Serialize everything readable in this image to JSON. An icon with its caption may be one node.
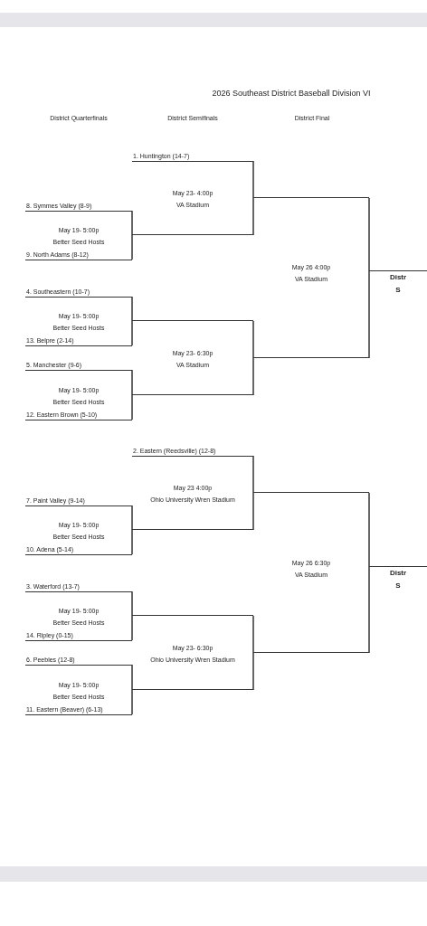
{
  "diagram": {
    "title": "2026 Southeast District Baseball Division VI",
    "nodes": [
      {
        "text": [
          "1. Huntington (14-7)"
        ]
      },
      {
        "text": [],
        "shape": "bar",
        "beside": [
          "May 23- 4:00p",
          "VA Stadium"
        ]
      },
      {
        "text": [
          "8. Symmes Valley (8-9)"
        ]
      },
      {
        "text": [],
        "shape": "bar",
        "beside": [
          "May 19- 5:00p",
          "Better Seed Hosts"
        ]
      },
      {
        "text": [
          "9. North Adams (8-12)"
        ]
      },
      {
        "text": [
          "Distr",
          "S"
        ],
        "beside": [
          "May 26 4:00p",
          "VA Stadium"
        ]
      },
      {
        "text": [
          "4. Southeastern (10-7)"
        ]
      },
      {
        "text": [],
        "shape": "bar",
        "beside": [
          "May 19- 5:00p",
          "Better Seed Hosts"
        ]
      },
      {
        "text": [
          "13. Belpre (2-14)"
        ]
      },
      {
        "text": [],
        "shape": "bar",
        "beside": [
          "May 23- 6:30p",
          "VA Stadium"
        ]
      },
      {
        "text": [
          "5. Manchester (9-6)"
        ]
      },
      {
        "text": [],
        "shape": "bar",
        "beside": [
          "May 19- 5:00p",
          "Better Seed Hosts"
        ]
      },
      {
        "text": [
          "12. Eastern Brown (5-10)"
        ]
      },
      {
        "text": [
          "2. Eastern (Reedsville) (12-8)"
        ]
      },
      {
        "text": [],
        "shape": "bar",
        "beside": [
          "May 23 4:00p",
          "Ohio University Wren Stadium"
        ]
      },
      {
        "text": [
          "7. Paint Valley (9-14)"
        ]
      },
      {
        "text": [],
        "shape": "bar",
        "beside": [
          "May 19- 5:00p",
          "Better Seed Hosts"
        ]
      },
      {
        "text": [
          "10. Adena (5-14)"
        ]
      },
      {
        "text": [
          "Distr",
          "S"
        ],
        "beside": [
          "May 26 6:30p",
          "VA Stadium"
        ]
      },
      {
        "text": [
          "3. Waterford (13-7)"
        ]
      },
      {
        "text": [],
        "shape": "bar",
        "beside": [
          "May 19- 5:00p",
          "Better Seed Hosts"
        ]
      },
      {
        "text": [
          "14. Ripley (0-15)"
        ]
      },
      {
        "text": [],
        "shape": "bar",
        "beside": [
          "May 23- 6:30p",
          "Ohio University Wren Stadium"
        ]
      },
      {
        "text": [
          "6. Peebles (12-8)"
        ]
      },
      {
        "text": [],
        "shape": "bar",
        "beside": [
          "May 19- 5:00p",
          "Better Seed Hosts"
        ]
      },
      {
        "text": [
          "11. Eastern (Beaver) (6-13)"
        ]
      }
    ],
    "edges": [
      {
        "from": 2,
        "to": 3,
        "arrow": "none"
      },
      {
        "from": 4,
        "to": 3,
        "arrow": "none"
      },
      {
        "from": 0,
        "to": 1,
        "arrow": "none"
      },
      {
        "from": 3,
        "to": 1,
        "arrow": "none"
      },
      {
        "from": 6,
        "to": 7,
        "arrow": "none"
      },
      {
        "from": 8,
        "to": 7,
        "arrow": "none"
      },
      {
        "from": 10,
        "to": 11,
        "arrow": "none"
      },
      {
        "from": 12,
        "to": 11,
        "arrow": "none"
      },
      {
        "from": 7,
        "to": 9,
        "arrow": "none"
      },
      {
        "from": 11,
        "to": 9,
        "arrow": "none"
      },
      {
        "from": 1,
        "to": 5,
        "arrow": "none"
      },
      {
        "from": 9,
        "to": 5,
        "arrow": "none"
      },
      {
        "from": 15,
        "to": 16,
        "arrow": "none"
      },
      {
        "from": 17,
        "to": 16,
        "arrow": "none"
      },
      {
        "from": 13,
        "to": 14,
        "arrow": "none"
      },
      {
        "from": 16,
        "to": 14,
        "arrow": "none"
      },
      {
        "from": 19,
        "to": 20,
        "arrow": "none"
      },
      {
        "from": 21,
        "to": 20,
        "arrow": "none"
      },
      {
        "from": 23,
        "to": 24,
        "arrow": "none"
      },
      {
        "from": 25,
        "to": 24,
        "arrow": "none"
      },
      {
        "from": 20,
        "to": 22,
        "arrow": "none"
      },
      {
        "from": 24,
        "to": 22,
        "arrow": "none"
      },
      {
        "from": 14,
        "to": 18,
        "arrow": "none"
      },
      {
        "from": 22,
        "to": 18,
        "arrow": "none"
      }
    ],
    "labels": [
      "District Quarterfinals",
      "District Semifinals",
      "District Final"
    ]
  }
}
